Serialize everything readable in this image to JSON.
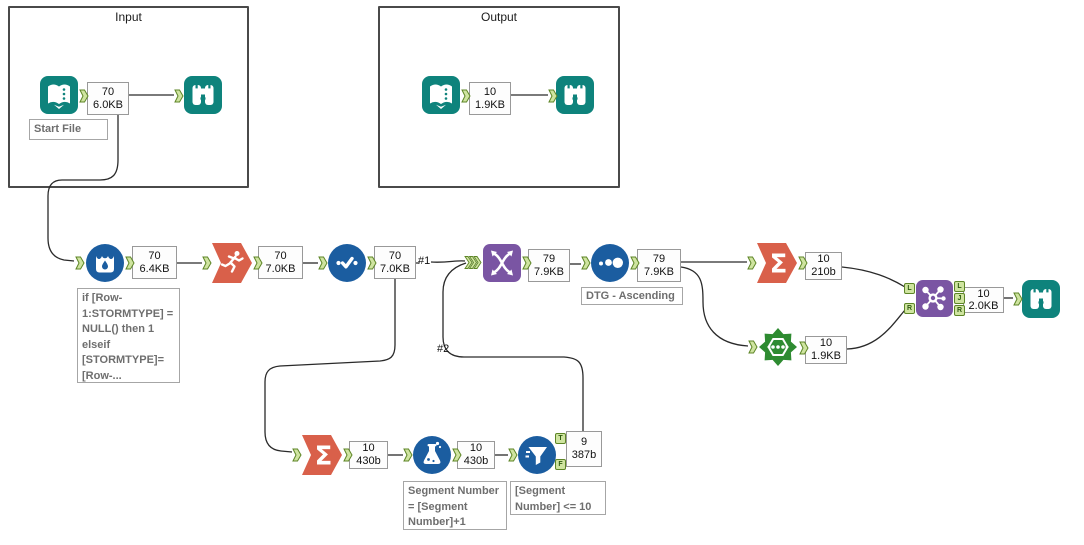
{
  "containers": {
    "input_label": "Input",
    "output_label": "Output"
  },
  "annotations": {
    "input_file": {
      "count": "70",
      "size": "6.0KB"
    },
    "output_file": {
      "count": "10",
      "size": "1.9KB"
    },
    "multirow": {
      "count": "70",
      "size": "6.4KB"
    },
    "running_total": {
      "count": "70",
      "size": "7.0KB"
    },
    "select": {
      "count": "70",
      "size": "7.0KB"
    },
    "union": {
      "count": "79",
      "size": "7.9KB"
    },
    "sort": {
      "count": "79",
      "size": "7.9KB"
    },
    "summarize_top": {
      "count": "10",
      "size": "210b"
    },
    "tile": {
      "count": "10",
      "size": "1.9KB"
    },
    "join": {
      "count": "10",
      "size": "2.0KB"
    },
    "summarize_bottom": {
      "count": "10",
      "size": "430b"
    },
    "formula": {
      "count": "10",
      "size": "430b"
    },
    "filter": {
      "count": "9",
      "size": "387b"
    }
  },
  "comments": {
    "start_file": "Start File",
    "multirow_expression": "if [Row-\n1:STORMTYPE] =\nNULL() then 1\nelseif\n[STORMTYPE]=\n[Row-...",
    "sort_note": "DTG - Ascending",
    "formula_expression": "Segment Number\n= [Segment\nNumber]+1",
    "filter_expression": "[Segment\nNumber] <= 10"
  },
  "connection_labels": {
    "first": "#1",
    "second": "#2"
  },
  "anchor_letters": {
    "join_in_left": "L",
    "join_in_right": "R",
    "join_out_left": "L",
    "join_out_join": "J",
    "join_out_right": "R",
    "filter_true": "T",
    "filter_false": "F"
  },
  "colors": {
    "teal": "#0E837C",
    "blue": "#1B5DA0",
    "orange": "#D9604A",
    "purple": "#7A55A3",
    "green": "#2E8B31",
    "anchor_fill": "#cfe4a0",
    "anchor_border": "#5d8526",
    "wire": "#2a2a2a"
  }
}
